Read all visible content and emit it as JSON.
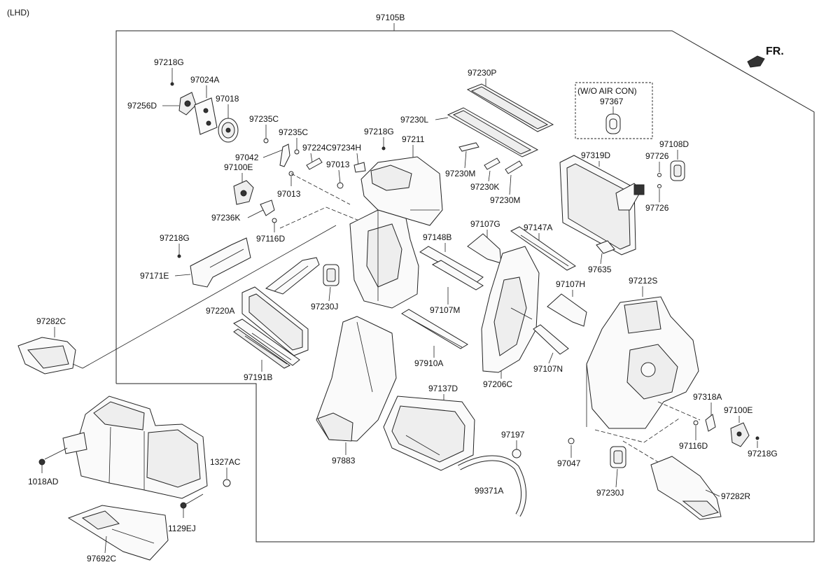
{
  "header": {
    "variant": "(LHD)",
    "assembly_number": "97105B",
    "direction": "FR."
  },
  "note_box": {
    "title": "(W/O AIR CON)",
    "part": "97367"
  },
  "labels": {
    "p97218G_a": "97218G",
    "p97024A": "97024A",
    "p97256D": "97256D",
    "p97018": "97018",
    "p97235C_a": "97235C",
    "p97235C_b": "97235C",
    "p97042": "97042",
    "p97224C": "97224C",
    "p97218G_b": "97218G",
    "p97234H": "97234H",
    "p97211": "97211",
    "p97013_a": "97013",
    "p97013_b": "97013",
    "p97100E_a": "97100E",
    "p97236K": "97236K",
    "p97116D_a": "97116D",
    "p97218G_c": "97218G",
    "p97171E": "97171E",
    "p97230P": "97230P",
    "p97230L": "97230L",
    "p97230M_a": "97230M",
    "p97230K": "97230K",
    "p97230M_b": "97230M",
    "p97319D": "97319D",
    "p97726_a": "97726",
    "p97726_b": "97726",
    "p97108D": "97108D",
    "p97635": "97635",
    "p97107G": "97107G",
    "p97147A": "97147A",
    "p97148B": "97148B",
    "p97107M": "97107M",
    "p97107H": "97107H",
    "p97212S": "97212S",
    "p97230J_a": "97230J",
    "p97220A": "97220A",
    "p97191B": "97191B",
    "p97282C": "97282C",
    "p97910A": "97910A",
    "p97206C": "97206C",
    "p97107N": "97107N",
    "p97137D": "97137D",
    "p97883": "97883",
    "p97197": "97197",
    "p99371A": "99371A",
    "p97318A": "97318A",
    "p97100E_b": "97100E",
    "p97116D_b": "97116D",
    "p97218G_d": "97218G",
    "p97047": "97047",
    "p97230J_b": "97230J",
    "p97282R": "97282R",
    "p1327AC": "1327AC",
    "p1018AD": "1018AD",
    "p1129EJ": "1129EJ",
    "p97692C": "97692C"
  }
}
